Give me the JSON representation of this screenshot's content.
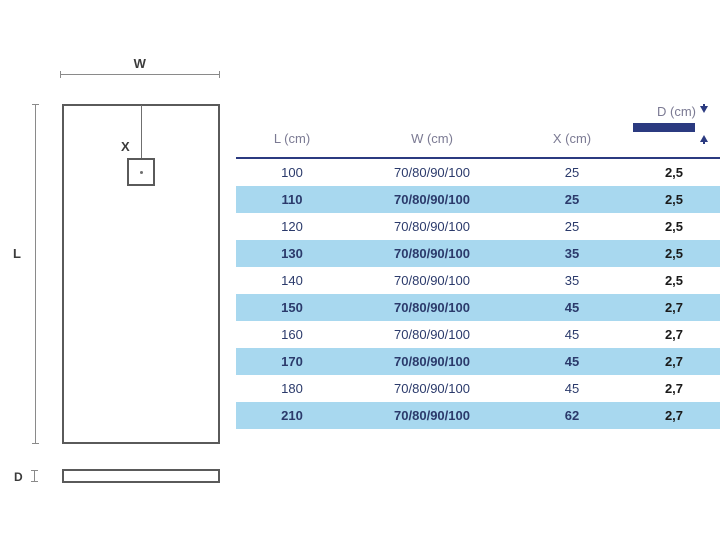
{
  "diagram": {
    "width_label": "W",
    "length_label": "L",
    "drain_label": "X",
    "depth_label": "D",
    "icons": {
      "drain_square": "drain-square-icon",
      "width_dimension": "width-dimension-icon",
      "length_dimension": "length-dimension-icon",
      "depth_dimension": "depth-dimension-icon"
    }
  },
  "table": {
    "headers": [
      "L (cm)",
      "W (cm)",
      "X (cm)",
      "D (cm)"
    ],
    "depth_header_icon": "thickness-bar-icon",
    "rows": [
      {
        "l": "100",
        "w": "70/80/90/100",
        "x": "25",
        "d": "2,5"
      },
      {
        "l": "110",
        "w": "70/80/90/100",
        "x": "25",
        "d": "2,5"
      },
      {
        "l": "120",
        "w": "70/80/90/100",
        "x": "25",
        "d": "2,5"
      },
      {
        "l": "130",
        "w": "70/80/90/100",
        "x": "35",
        "d": "2,5"
      },
      {
        "l": "140",
        "w": "70/80/90/100",
        "x": "35",
        "d": "2,5"
      },
      {
        "l": "150",
        "w": "70/80/90/100",
        "x": "45",
        "d": "2,7"
      },
      {
        "l": "160",
        "w": "70/80/90/100",
        "x": "45",
        "d": "2,7"
      },
      {
        "l": "170",
        "w": "70/80/90/100",
        "x": "45",
        "d": "2,7"
      },
      {
        "l": "180",
        "w": "70/80/90/100",
        "x": "45",
        "d": "2,7"
      },
      {
        "l": "210",
        "w": "70/80/90/100",
        "x": "62",
        "d": "2,7"
      }
    ]
  },
  "colors": {
    "stripe": "#a8d8ef",
    "navy": "#2b3a80",
    "data_text": "#2b3a6b",
    "header_text": "#7b7a93",
    "line": "#5a5a5a"
  }
}
